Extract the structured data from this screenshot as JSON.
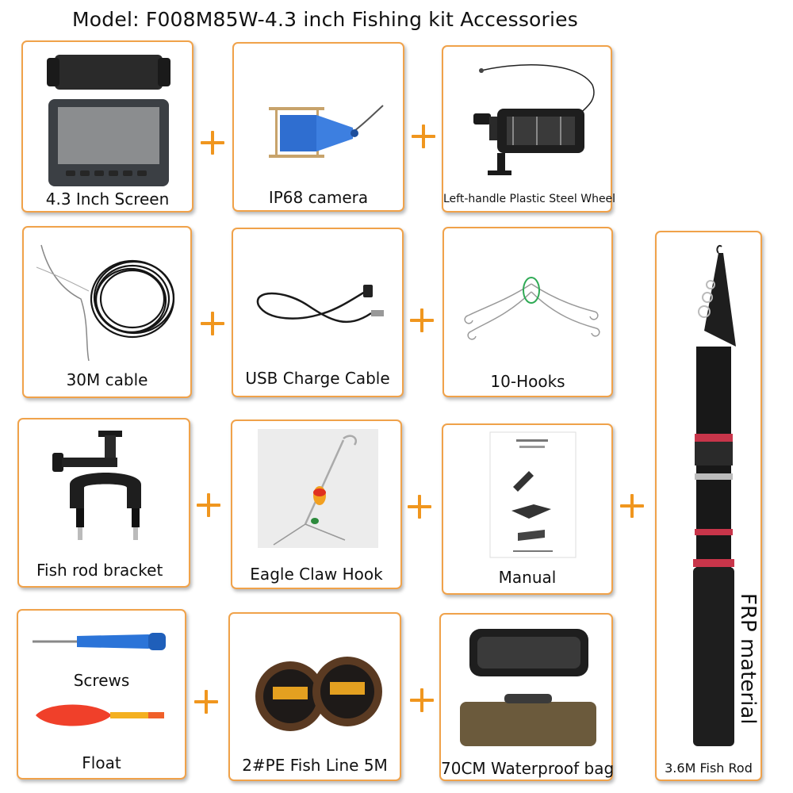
{
  "header": {
    "title": "Model: F008M85W-4.3 inch Fishing kit   Accessories"
  },
  "items": [
    {
      "label": "4.3 Inch Screen",
      "icon": "monitor-icon"
    },
    {
      "label": "IP68  camera",
      "icon": "camera-icon"
    },
    {
      "label": "Left-handle Plastic Steel Wheel",
      "icon": "fishing-reel-icon"
    },
    {
      "label": "30M cable",
      "icon": "cable-coil-icon"
    },
    {
      "label": "USB Charge Cable",
      "icon": "usb-cable-icon"
    },
    {
      "label": "10-Hooks",
      "icon": "hooks-icon"
    },
    {
      "label": "Fish rod bracket",
      "icon": "bracket-icon"
    },
    {
      "label": "Eagle Claw Hook",
      "icon": "claw-hook-icon"
    },
    {
      "label": "Manual",
      "icon": "manual-icon"
    },
    {
      "label": "Screws",
      "icon": "screwdriver-icon"
    },
    {
      "label": "Float",
      "icon": "float-icon"
    },
    {
      "label": "2#PE Fish Line 5M",
      "icon": "fish-line-spool-icon"
    },
    {
      "label": "70CM Waterproof bag",
      "icon": "bag-icon"
    },
    {
      "label": "3.6M Fish Rod",
      "icon": "fishing-rod-icon"
    }
  ],
  "rod_material": "FRP material",
  "colors": {
    "card_border": "#f0a24a",
    "plus_sign": "#f0961e"
  }
}
